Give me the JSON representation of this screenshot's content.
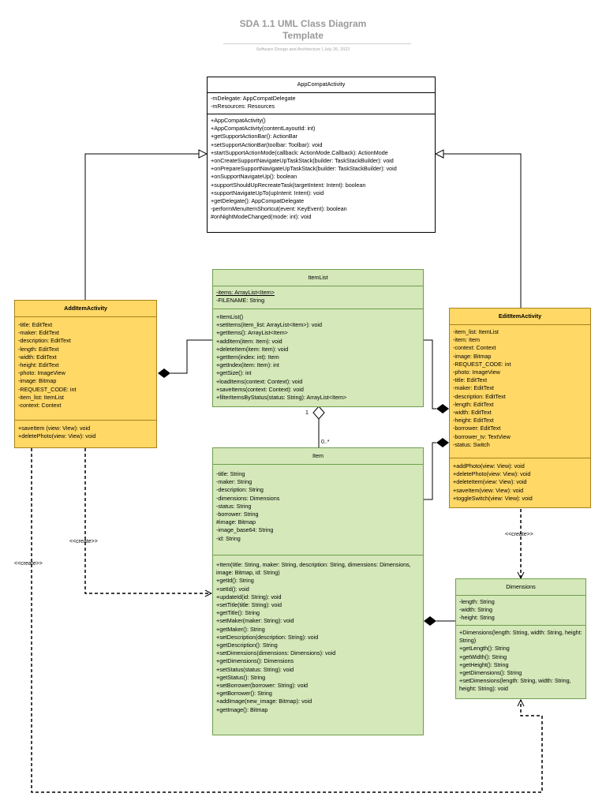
{
  "header": {
    "title_line1": "SDA 1.1 UML Class Diagram",
    "title_line2": "Template",
    "subtitle": "Software Design and Architecture  |  July 26, 2022"
  },
  "classes": {
    "appcompat": {
      "name": "AppCompatActivity",
      "attributes": [
        "-mDelegate: AppCompatDelegate",
        "-mResources: Resources"
      ],
      "methods": [
        "+AppCompatActivity()",
        "+AppCompatActivity(contentLayoutId: int)",
        "+getSupportActionBar(): ActionBar",
        "+setSupportActionBar(toolbar: Toolbar): void",
        "+startSupportActionMode(callback: ActionMode.Callback): ActionMode",
        "+onCreateSupportNavigateUpTaskStack(builder: TaskStackBuilder): void",
        "+onPrepareSupportNavigateUpTaskStack(builder: TaskStackBuilder): void",
        "+onSupportNavigateUp(): boolean",
        "+supportShouldUpRecreateTask(targetIntent: Intent): boolean",
        "+supportNavigateUpTo(upIntent: Intent): void",
        "+getDelegate(): AppCompatDelegate",
        "-performMenuItemShortcut(event: KeyEvent): boolean",
        "#onNightModeChanged(mode: int): void"
      ]
    },
    "itemlist": {
      "name": "ItemList",
      "attributes": [
        "-items: ArrayList<Item>",
        "-FILENAME: String"
      ],
      "methods": [
        "+ItemList()",
        "+setItems(item_list: ArrayList<Item>): void",
        "+getItems(): ArrayList<Item>",
        "+addItem(item: Item): void",
        "+deleteItem(item: Item): void",
        "+getItem(index: int): Item",
        "+getIndex(item: Item): int",
        "+getSize(): int",
        "+loadItems(context: Context): void",
        "+saveItems(context: Context): void",
        "+filterItemsByStatus(status: String): ArrayList<Item>"
      ]
    },
    "additem": {
      "name": "AddItemActivity",
      "attributes": [
        "-title: EditText",
        "-maker: EditText",
        "-description: EditText",
        "-length: EditText",
        "-width: EditText",
        "-height: EditText",
        "-photo: ImageView",
        "-image: Bitmap",
        "-REQUEST_CODE: int",
        "-item_list: ItemList",
        "-context: Context"
      ],
      "methods": [
        "+saveItem (view: View): void",
        "+deletePhoto(view: View): void"
      ]
    },
    "edititem": {
      "name": "EditItemActivity",
      "attributes": [
        "-item_list: ItemList",
        "-item: Item",
        "-context: Context",
        "-image: Bitmap",
        "-REQUEST_CODE: int",
        "-photo: ImageView",
        "-title: EditText",
        "-maker: EditText",
        "-description: EditText",
        "-length: EditText",
        "-width: EditText",
        "-height: EditText",
        "-borrower: EditText",
        "-borrower_tv: TextView",
        "-status: Switch"
      ],
      "methods": [
        "+addPhoto(view: View): void",
        "+deletePhoto(view: View): void",
        "+deleteItem(view: View): void",
        "+saveItem(view: View): void",
        "+toggleSwitch(view: View): void"
      ]
    },
    "item": {
      "name": "Item",
      "attributes": [
        "-title: String",
        "-maker: String",
        "-description: String",
        "-dimensions: Dimensions",
        "-status: String",
        "-borrower: String",
        "#image: Bitmap",
        "-image_base64: String",
        "-id: String"
      ],
      "methods": [
        "+Item(title: String, maker: String, description: String, dimensions: Dimensions, image: Bitmap, id: String)",
        "+getId(): String",
        "+setId(): void",
        "+updateId(id: String): void",
        "+setTitle(title: String): void",
        "+getTitle(): String",
        "+setMaker(maker: String): void",
        "+getMaker(): String",
        "+setDescription(description: String): void",
        "+getDescription(): String",
        "+setDimensions(dimensions: Dimensions): void",
        "+getDimensions(): Dimensions",
        "+setStatus(status: String): void",
        "+getStatus(): String",
        "+setBorrower(borrower: String): void",
        "+getBorrower(): String",
        "+addImage(new_image: Bitmap): void",
        "+getImage(): Bitmap"
      ]
    },
    "dimensions": {
      "name": "Dimensions",
      "attributes": [
        "-length: String",
        "-width: String",
        "-height: String"
      ],
      "methods": [
        "+Dimensions(length: String, width: String, height: String)",
        "+getLength(): String",
        "+getWidth(): String",
        "+getHeight(): String",
        "+getDimensions(): String",
        "+setDimensions(length: String, width: String, height: String): void"
      ]
    }
  },
  "relations": {
    "mult_itemlist": "1",
    "mult_item": "0..*",
    "create_add": "<<create>>",
    "create_edit": "<<create>>",
    "create_dim": "<<create>>"
  },
  "colors": {
    "green_fill": "#d4e8b9",
    "yellow_fill": "#ffd866",
    "line": "#000000"
  }
}
